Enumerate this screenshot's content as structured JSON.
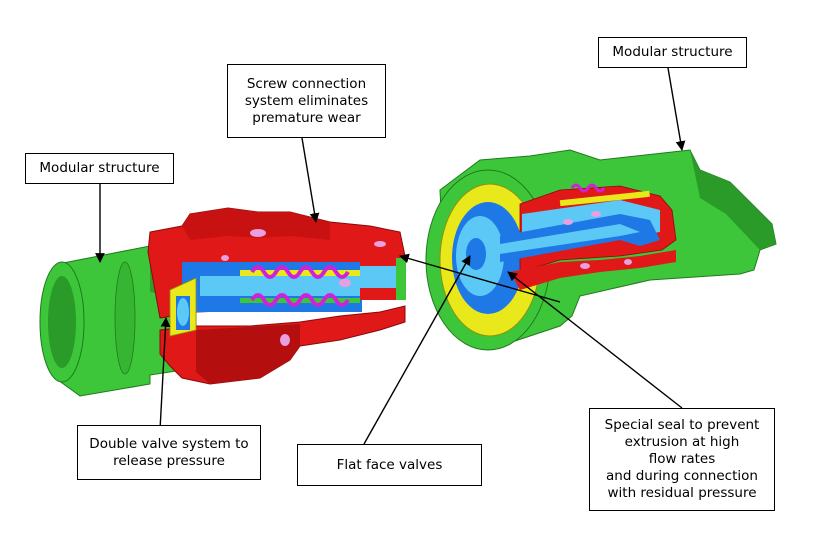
{
  "labels": {
    "modular_left": [
      "Modular structure"
    ],
    "screw_connection": [
      "Screw connection",
      "system eliminates",
      "premature wear"
    ],
    "modular_right": [
      "Modular structure"
    ],
    "double_valve": [
      "Double valve system to",
      "release pressure"
    ],
    "flat_face": [
      "Flat face valves"
    ],
    "special_seal": [
      "Special seal to prevent",
      "extrusion at high",
      "flow rates",
      "and during connection",
      "with residual pressure"
    ]
  },
  "colors": {
    "outer_body": "#3ec63a",
    "outer_body_dark": "#2a9a28",
    "valve_body": "#e01818",
    "valve_body_dark": "#b50e0e",
    "seal_yellow": "#e8e81a",
    "inner_blue": "#1e78e6",
    "inner_light_blue": "#5cc8f5",
    "spring_magenta": "#d020d8",
    "pink_detail": "#e8a0e0",
    "leader_line": "#000000"
  }
}
